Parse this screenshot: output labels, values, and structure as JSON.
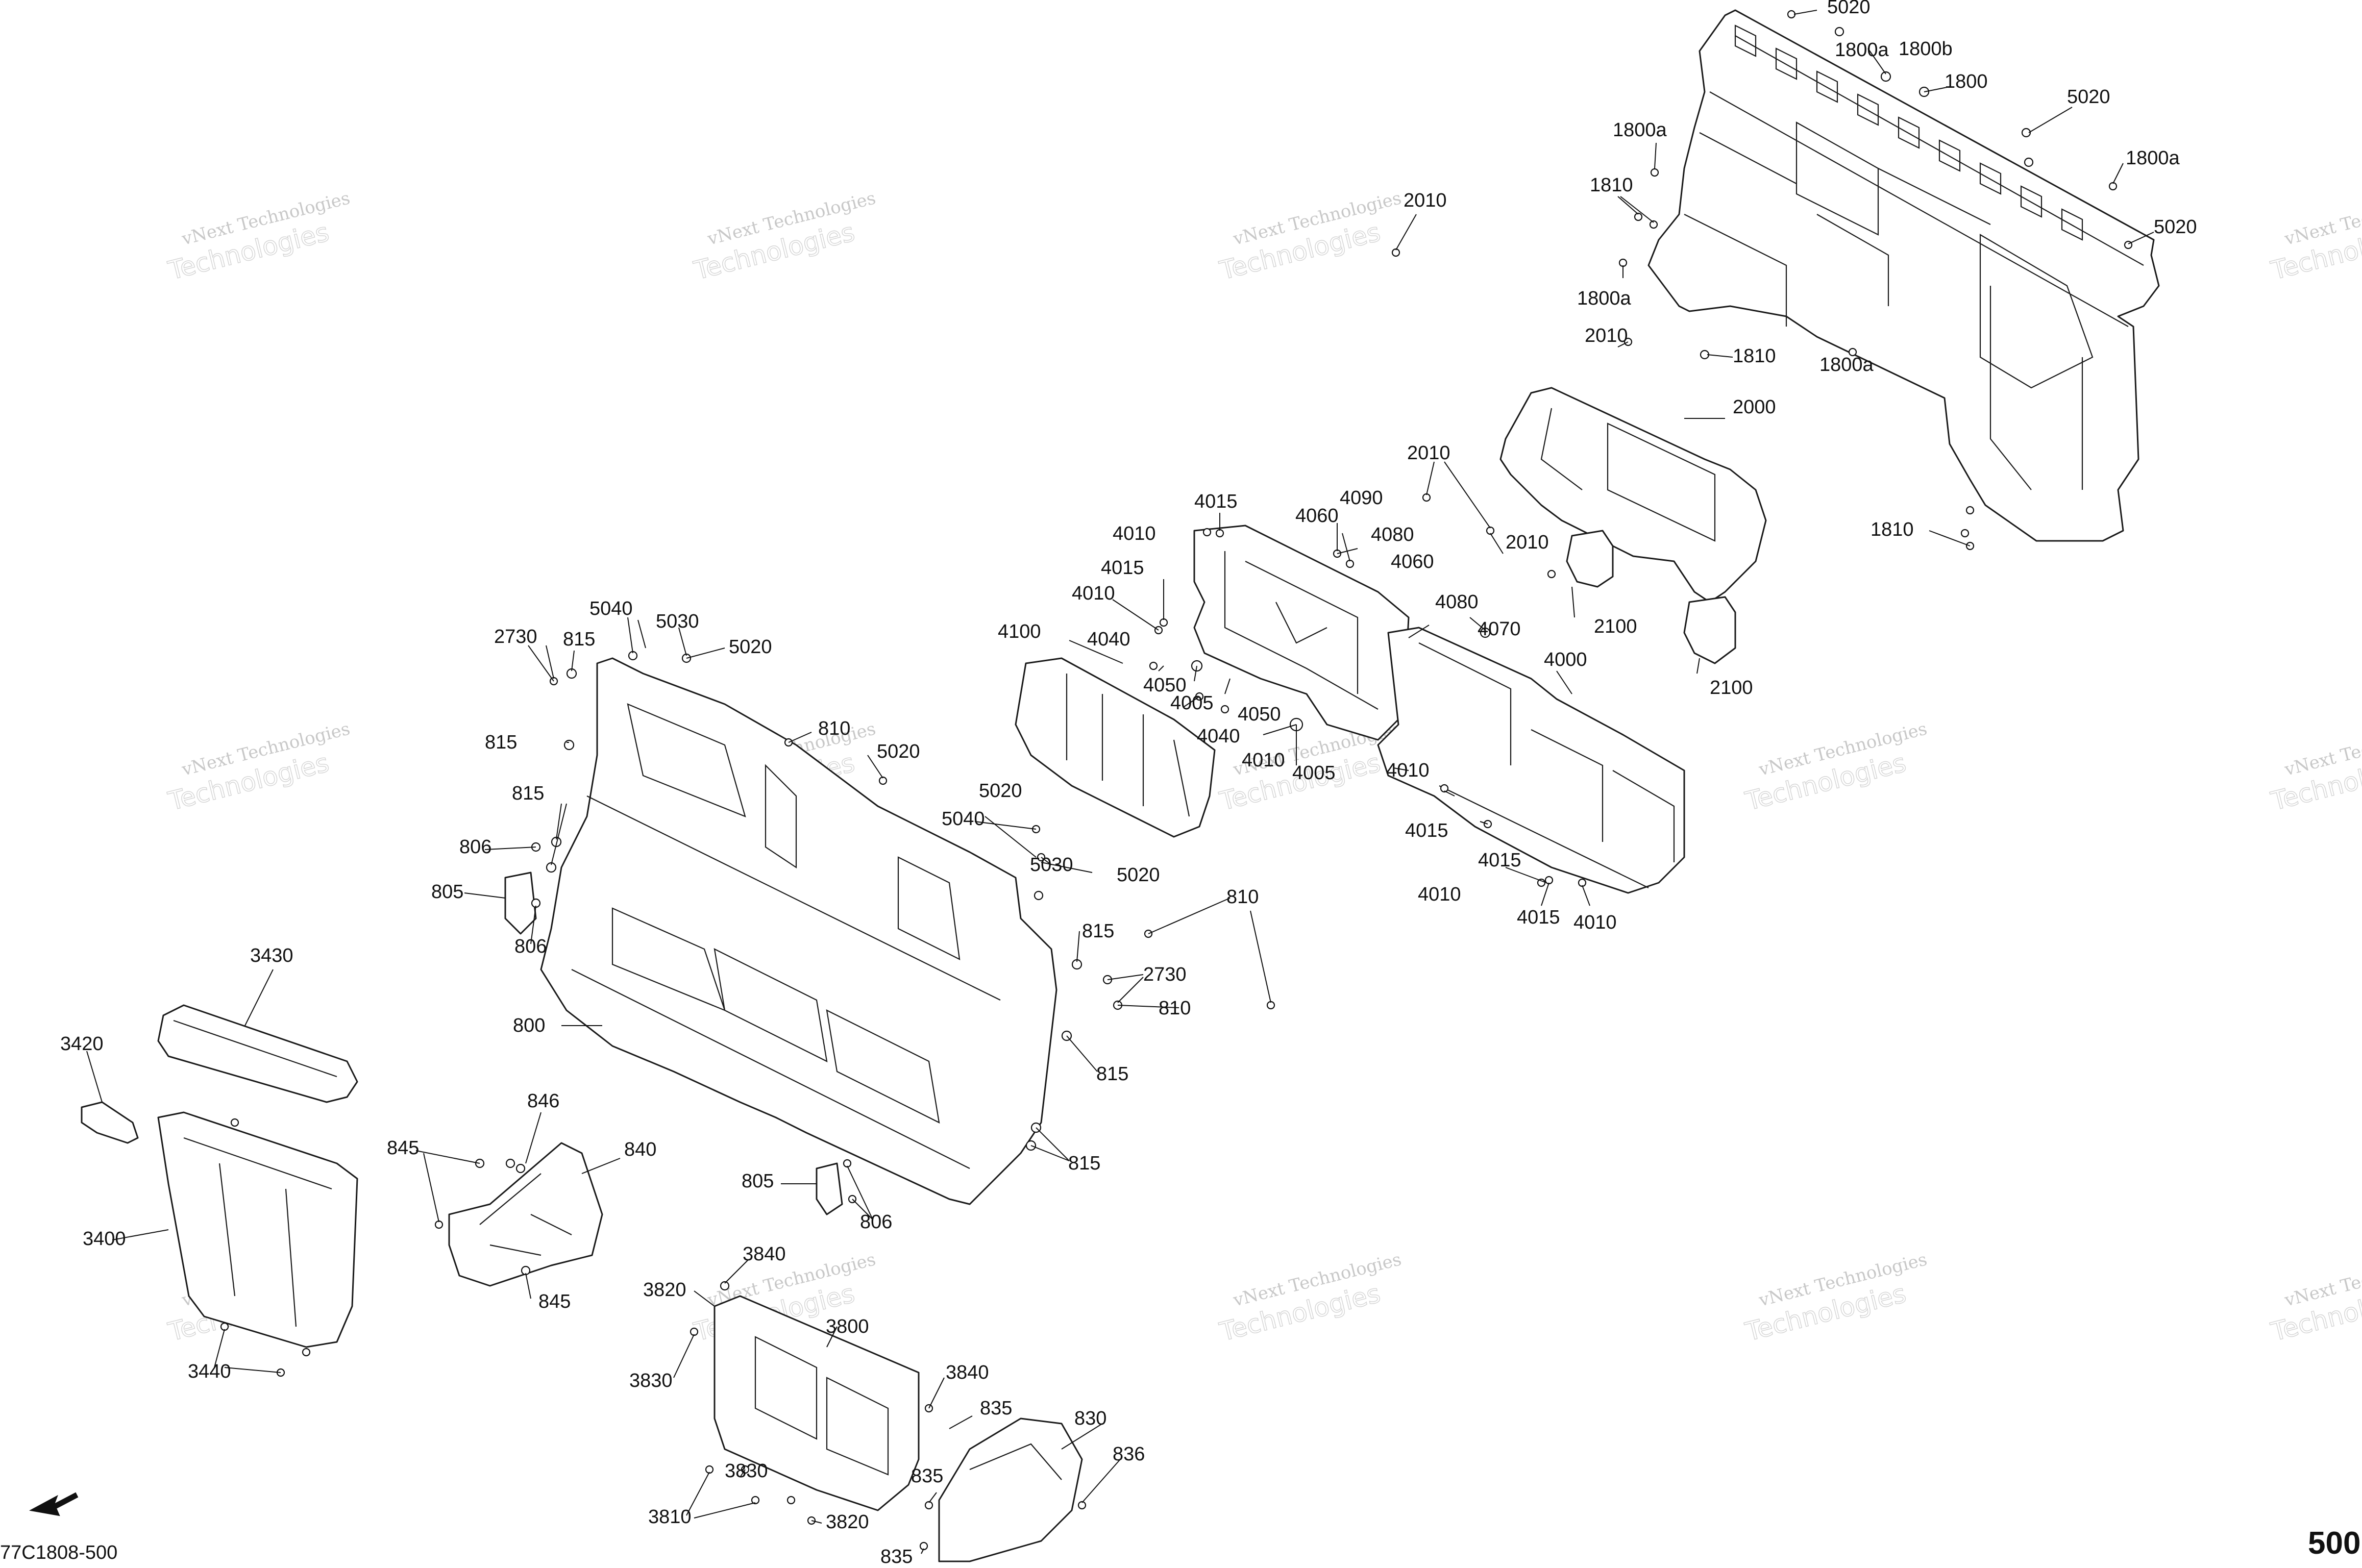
{
  "drawing": {
    "reference": "77C1808-500",
    "page_number": "500",
    "watermark_top": "vNext Technologies",
    "watermark_bottom": "Technologies",
    "direction_arrow_icon": "front-direction-arrow-icon"
  },
  "callouts": [
    {
      "id": "c1",
      "label": "5020"
    },
    {
      "id": "c2",
      "label": "1800a"
    },
    {
      "id": "c3",
      "label": "1800b"
    },
    {
      "id": "c4",
      "label": "1800"
    },
    {
      "id": "c5",
      "label": "5020"
    },
    {
      "id": "c6",
      "label": "1800a"
    },
    {
      "id": "c7",
      "label": "1800a"
    },
    {
      "id": "c8",
      "label": "1810"
    },
    {
      "id": "c9",
      "label": "5020"
    },
    {
      "id": "c10",
      "label": "1800a"
    },
    {
      "id": "c11",
      "label": "1810"
    },
    {
      "id": "c12",
      "label": "1800a"
    },
    {
      "id": "c13",
      "label": "1810"
    },
    {
      "id": "c14",
      "label": "2010"
    },
    {
      "id": "c15",
      "label": "2010"
    },
    {
      "id": "c16",
      "label": "2000"
    },
    {
      "id": "c17",
      "label": "2010"
    },
    {
      "id": "c18",
      "label": "2010"
    },
    {
      "id": "c19",
      "label": "2100"
    },
    {
      "id": "c20",
      "label": "2100"
    },
    {
      "id": "c21",
      "label": "4015"
    },
    {
      "id": "c22",
      "label": "4090"
    },
    {
      "id": "c23",
      "label": "4060"
    },
    {
      "id": "c24",
      "label": "4010"
    },
    {
      "id": "c25",
      "label": "4080"
    },
    {
      "id": "c26",
      "label": "4015"
    },
    {
      "id": "c27",
      "label": "4060"
    },
    {
      "id": "c28",
      "label": "4010"
    },
    {
      "id": "c29",
      "label": "4080"
    },
    {
      "id": "c30",
      "label": "4070"
    },
    {
      "id": "c31",
      "label": "4040"
    },
    {
      "id": "c32",
      "label": "4100"
    },
    {
      "id": "c33",
      "label": "4050"
    },
    {
      "id": "c34",
      "label": "4005"
    },
    {
      "id": "c35",
      "label": "4050"
    },
    {
      "id": "c36",
      "label": "4040"
    },
    {
      "id": "c37",
      "label": "4010"
    },
    {
      "id": "c38",
      "label": "4005"
    },
    {
      "id": "c39",
      "label": "4010"
    },
    {
      "id": "c40",
      "label": "4000"
    },
    {
      "id": "c41",
      "label": "4015"
    },
    {
      "id": "c42",
      "label": "4015"
    },
    {
      "id": "c43",
      "label": "4010"
    },
    {
      "id": "c44",
      "label": "4015"
    },
    {
      "id": "c45",
      "label": "4010"
    },
    {
      "id": "c46",
      "label": "5040"
    },
    {
      "id": "c47",
      "label": "5030"
    },
    {
      "id": "c48",
      "label": "2730"
    },
    {
      "id": "c49",
      "label": "815"
    },
    {
      "id": "c50",
      "label": "5020"
    },
    {
      "id": "c51",
      "label": "815"
    },
    {
      "id": "c52",
      "label": "810"
    },
    {
      "id": "c53",
      "label": "5020"
    },
    {
      "id": "c54",
      "label": "815"
    },
    {
      "id": "c55",
      "label": "5020"
    },
    {
      "id": "c56",
      "label": "806"
    },
    {
      "id": "c57",
      "label": "5040"
    },
    {
      "id": "c58",
      "label": "805"
    },
    {
      "id": "c59",
      "label": "5030"
    },
    {
      "id": "c60",
      "label": "5020"
    },
    {
      "id": "c61",
      "label": "806"
    },
    {
      "id": "c62",
      "label": "810"
    },
    {
      "id": "c63",
      "label": "815"
    },
    {
      "id": "c64",
      "label": "2730"
    },
    {
      "id": "c65",
      "label": "810"
    },
    {
      "id": "c66",
      "label": "800"
    },
    {
      "id": "c67",
      "label": "3430"
    },
    {
      "id": "c68",
      "label": "815"
    },
    {
      "id": "c69",
      "label": "3420"
    },
    {
      "id": "c70",
      "label": "846"
    },
    {
      "id": "c71",
      "label": "815"
    },
    {
      "id": "c72",
      "label": "845"
    },
    {
      "id": "c73",
      "label": "840"
    },
    {
      "id": "c74",
      "label": "805"
    },
    {
      "id": "c75",
      "label": "806"
    },
    {
      "id": "c76",
      "label": "3400"
    },
    {
      "id": "c77",
      "label": "845"
    },
    {
      "id": "c78",
      "label": "3840"
    },
    {
      "id": "c79",
      "label": "3820"
    },
    {
      "id": "c80",
      "label": "3800"
    },
    {
      "id": "c81",
      "label": "3440"
    },
    {
      "id": "c82",
      "label": "3830"
    },
    {
      "id": "c83",
      "label": "3840"
    },
    {
      "id": "c84",
      "label": "835"
    },
    {
      "id": "c85",
      "label": "830"
    },
    {
      "id": "c86",
      "label": "836"
    },
    {
      "id": "c87",
      "label": "3830"
    },
    {
      "id": "c88",
      "label": "835"
    },
    {
      "id": "c89",
      "label": "3810"
    },
    {
      "id": "c90",
      "label": "3820"
    },
    {
      "id": "c91",
      "label": "835"
    }
  ]
}
